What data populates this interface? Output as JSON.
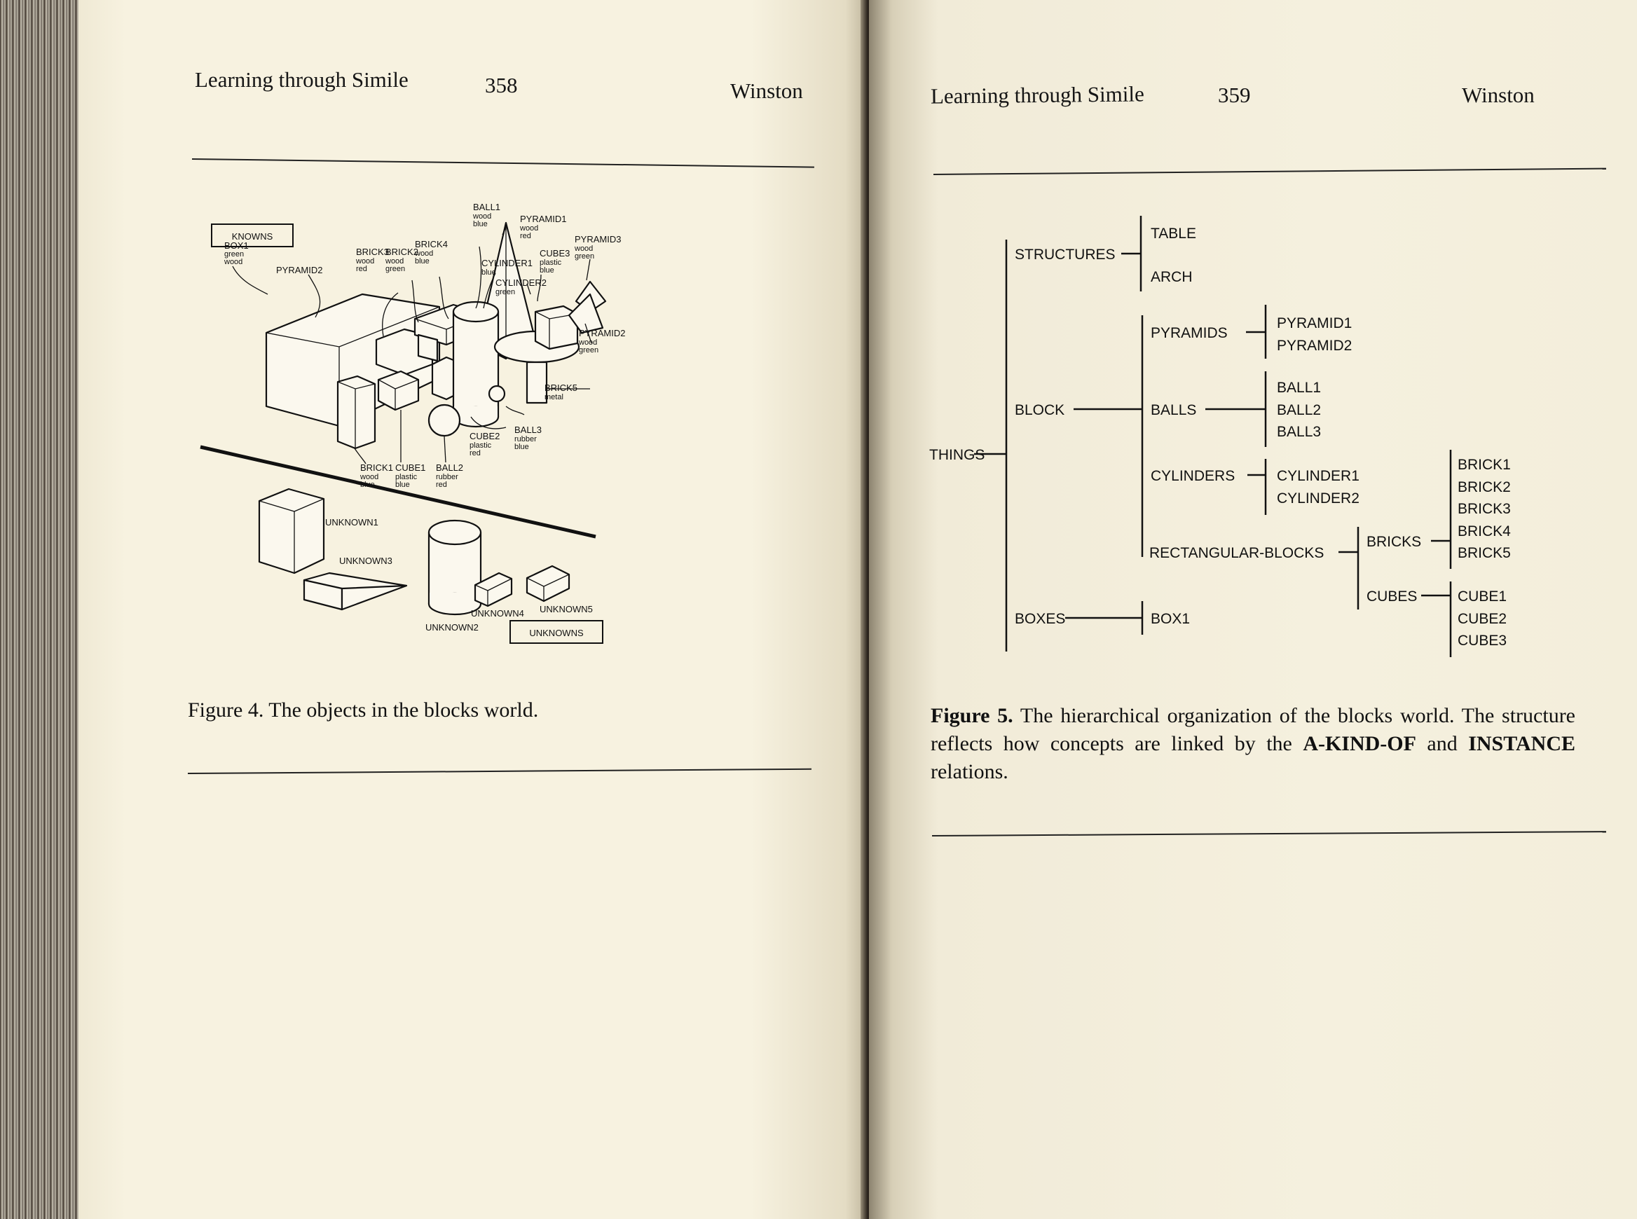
{
  "left_page": {
    "header": {
      "title": "Learning through Simile",
      "page_number": "358",
      "author": "Winston"
    },
    "figure": {
      "knowns_label": "KNOWNS",
      "unknowns_label": "UNKNOWNS",
      "objects": [
        {
          "id": "ball1",
          "name": "BALL1",
          "attrs": [
            "wood",
            "blue"
          ]
        },
        {
          "id": "pyramid1",
          "name": "PYRAMID1",
          "attrs": [
            "wood",
            "red"
          ]
        },
        {
          "id": "brick3",
          "name": "BRICK3",
          "attrs": [
            "wood",
            "red"
          ]
        },
        {
          "id": "brick2",
          "name": "BRICK2",
          "attrs": [
            "wood",
            "green"
          ]
        },
        {
          "id": "brick4",
          "name": "BRICK4",
          "attrs": [
            "wood",
            "blue"
          ]
        },
        {
          "id": "cube3",
          "name": "CUBE3",
          "attrs": [
            "plastic",
            "blue"
          ]
        },
        {
          "id": "pyramid3",
          "name": "PYRAMID3",
          "attrs": [
            "wood",
            "green"
          ]
        },
        {
          "id": "cylinder1",
          "name": "CYLINDER1",
          "attrs": [
            "blue"
          ]
        },
        {
          "id": "cylinder2",
          "name": "CYLINDER2",
          "attrs": [
            "green"
          ]
        },
        {
          "id": "pyramid2",
          "name": "PYRAMID2",
          "attrs": []
        },
        {
          "id": "box1",
          "name": "BOX1",
          "attrs": [
            "green",
            "wood"
          ]
        },
        {
          "id": "pyramid2b",
          "name": "PYRAMID2",
          "attrs": [
            "wood",
            "green"
          ]
        },
        {
          "id": "brick5",
          "name": "BRICK5",
          "attrs": [
            "metal"
          ]
        },
        {
          "id": "ball3",
          "name": "BALL3",
          "attrs": [
            "rubber",
            "blue"
          ]
        },
        {
          "id": "cube2",
          "name": "CUBE2",
          "attrs": [
            "plastic",
            "red"
          ]
        },
        {
          "id": "brick1",
          "name": "BRICK1",
          "attrs": [
            "wood",
            "blue"
          ]
        },
        {
          "id": "cube1",
          "name": "CUBE1",
          "attrs": [
            "plastic",
            "blue"
          ]
        },
        {
          "id": "ball2",
          "name": "BALL2",
          "attrs": [
            "rubber",
            "red"
          ]
        }
      ],
      "unknowns": [
        "UNKNOWN1",
        "UNKNOWN3",
        "UNKNOWN2",
        "UNKNOWN4",
        "UNKNOWN5"
      ]
    },
    "caption": "Figure 4. The objects in the blocks world."
  },
  "right_page": {
    "header": {
      "title": "Learning through Simile",
      "page_number": "359",
      "author": "Winston"
    },
    "tree": {
      "root": "THINGS",
      "structures": {
        "label": "STRUCTURES",
        "children": [
          "TABLE",
          "ARCH"
        ]
      },
      "block": {
        "label": "BLOCK"
      },
      "pyramids": {
        "label": "PYRAMIDS",
        "children": [
          "PYRAMID1",
          "PYRAMID2"
        ]
      },
      "balls": {
        "label": "BALLS",
        "children": [
          "BALL1",
          "BALL2",
          "BALL3"
        ]
      },
      "cylinders": {
        "label": "CYLINDERS",
        "children": [
          "CYLINDER1",
          "CYLINDER2"
        ]
      },
      "rect_blocks": {
        "label": "RECTANGULAR-BLOCKS"
      },
      "bricks": {
        "label": "BRICKS",
        "children": [
          "BRICK1",
          "BRICK2",
          "BRICK3",
          "BRICK4",
          "BRICK5"
        ]
      },
      "cubes": {
        "label": "CUBES",
        "children": [
          "CUBE1",
          "CUBE2",
          "CUBE3"
        ]
      },
      "boxes": {
        "label": "BOXES",
        "children": [
          "BOX1"
        ]
      }
    },
    "caption": {
      "figure_label": "Figure 5.",
      "text_1": "The hierarchical organization of the blocks world.  The structure reflects how concepts are linked by the",
      "kw1": "A-KIND-OF",
      "and": "and",
      "kw2": "INSTANCE",
      "text_2": "relations."
    }
  }
}
